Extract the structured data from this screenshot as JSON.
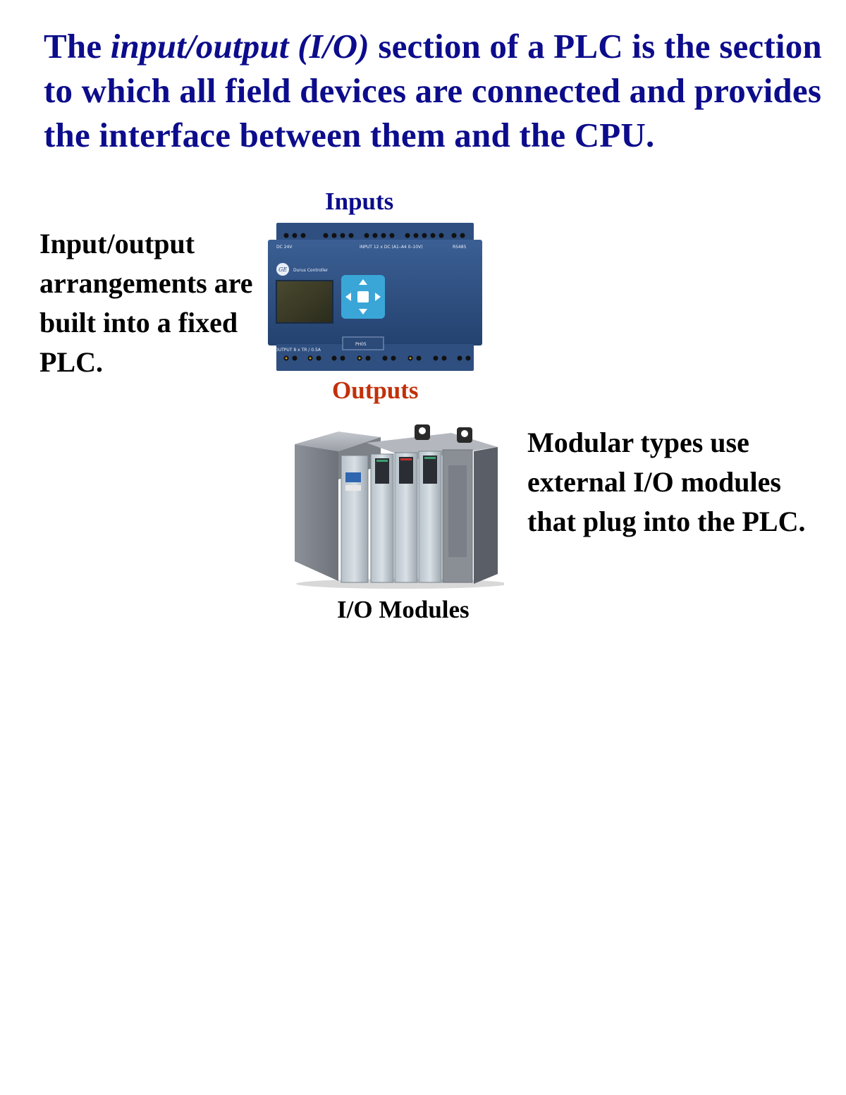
{
  "heading": {
    "part1": "The ",
    "emphasis": "input/output (I/O)",
    "part2": " section of a PLC is the section to which all field devices are connected and provides the interface between them and the CPU."
  },
  "fixed_plc": {
    "inputs_label": "Inputs",
    "outputs_label": "Outputs",
    "description": "Input/output arrangements are built into a fixed PLC.",
    "device_text": {
      "power": "DC 24V",
      "input_spec": "INPUT 12 x DC (A1–A4 0–10V)",
      "rs485": "RS485",
      "brand": "Durus Controller",
      "logo": "GE",
      "output_spec": "OUTPUT 8 x TR / 0.5A",
      "model": "PH05"
    }
  },
  "modular_plc": {
    "caption": "I/O Modules",
    "description": "Modular types use external I/O modules that plug into the PLC."
  }
}
